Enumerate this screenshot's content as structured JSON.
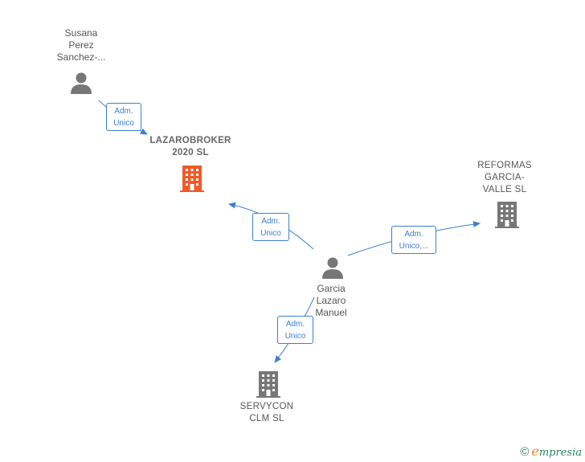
{
  "nodes": {
    "susana": {
      "name": "Susana\nPerez\nSanchez-...",
      "type": "person"
    },
    "lazarobroker": {
      "name": "LAZAROBROKER\n2020  SL",
      "type": "company-highlight"
    },
    "reformas": {
      "name": "REFORMAS\nGARCIA-\nVALLE  SL",
      "type": "company"
    },
    "garcia": {
      "name": "Garcia\nLazaro\nManuel",
      "type": "person"
    },
    "servycon": {
      "name": "SERVYCON\nCLM  SL",
      "type": "company"
    }
  },
  "edges": {
    "susana_lazaro": {
      "label": "Adm.\nUnico"
    },
    "garcia_lazaro": {
      "label": "Adm.\nUnico"
    },
    "garcia_reformas": {
      "label": "Adm.\nUnico,..."
    },
    "garcia_servycon": {
      "label": "Adm.\nUnico"
    }
  },
  "colors": {
    "edge": "#3b7fd4",
    "person_icon": "#777777",
    "company_icon": "#777777",
    "highlight_icon": "#f05a28"
  },
  "footer": {
    "copyright": "©",
    "brand_initial": "e",
    "brand_rest": "mpresia"
  }
}
